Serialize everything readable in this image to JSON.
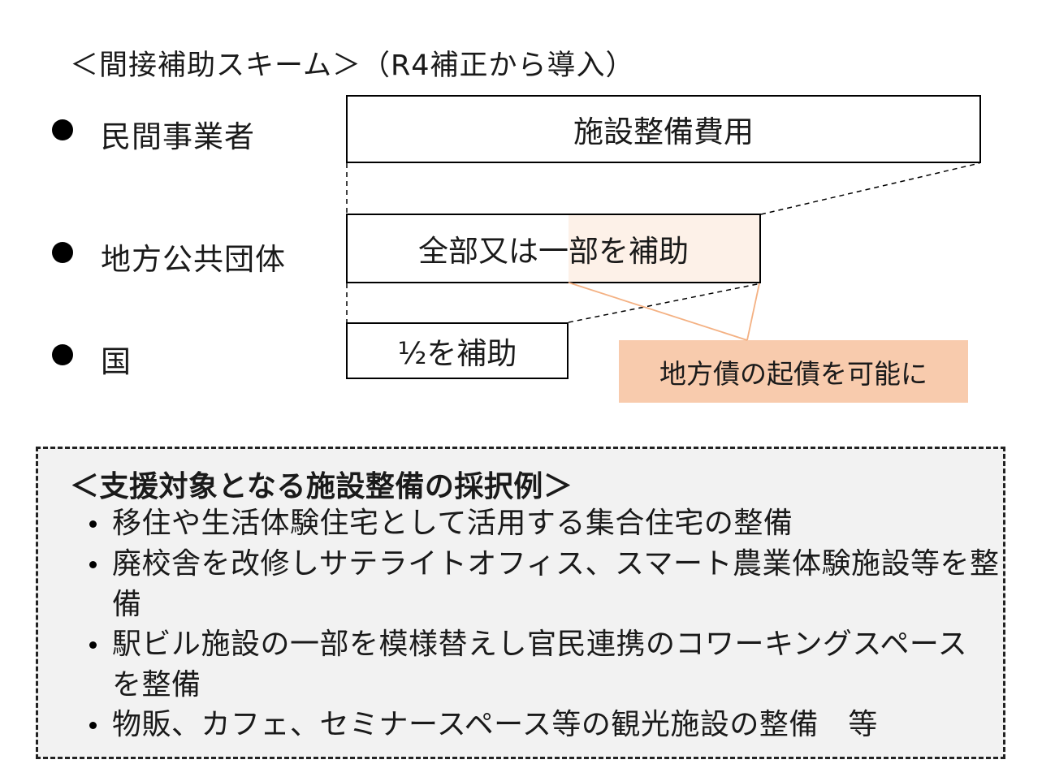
{
  "title": "＜間接補助スキーム＞（R4補正から導入）",
  "rows": [
    {
      "label": "民間事業者"
    },
    {
      "label": "地方公共団体"
    },
    {
      "label": "国"
    }
  ],
  "boxes": {
    "facility_cost": "施設整備費用",
    "local_subsidy": "全部又は一部を補助",
    "national_subsidy": "½を補助",
    "note": "地方債の起債を可能に"
  },
  "panel": {
    "heading": "＜支援対象となる施設整備の採択例＞",
    "items": [
      [
        "移住や生活体験住宅として活用する集合住宅の整備"
      ],
      [
        "廃校舎を改修しサテライトオフィス、スマート農業体験施設等を整",
        "備"
      ],
      [
        "駅ビル施設の一部を模様替えし官民連携のコワーキングスペース",
        "を整備"
      ],
      [
        "物販、カフェ、セミナースペース等の観光施設の整備　等"
      ]
    ]
  },
  "colors": {
    "note_fill": "#f8cbad",
    "highlight_fill": "#fdf1e8",
    "panel_fill": "#f2f2f2",
    "note_connector": "#f4b183"
  }
}
